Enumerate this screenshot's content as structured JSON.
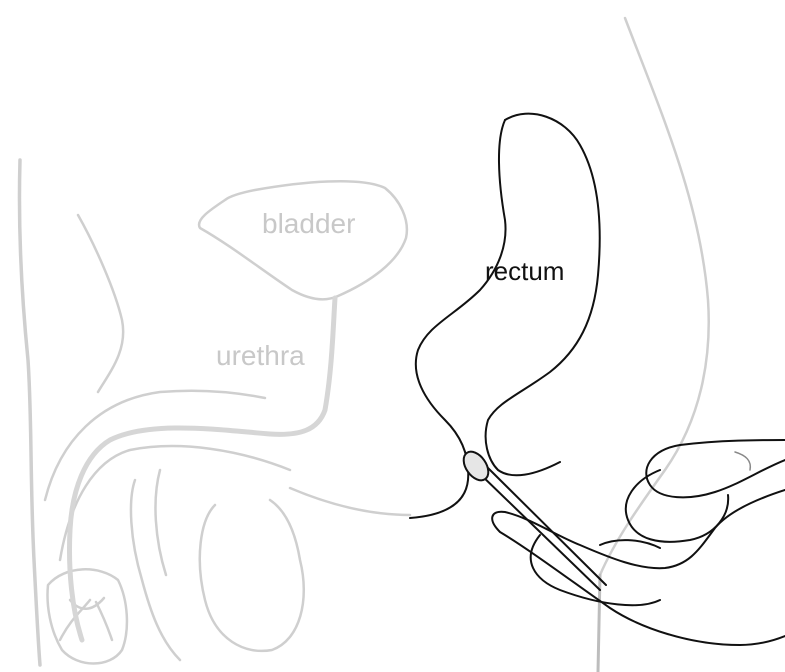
{
  "labels": {
    "bladder": "bladder",
    "urethra": "urethra",
    "rectum": "rectum"
  },
  "colors": {
    "faded_line": "#cfcfcf",
    "faded_text": "#c8c8c8",
    "urethra_fill": "#d6d6d6",
    "dark_line": "#111111",
    "dark_text": "#111111",
    "swab_tip": "#e6e6e6"
  }
}
